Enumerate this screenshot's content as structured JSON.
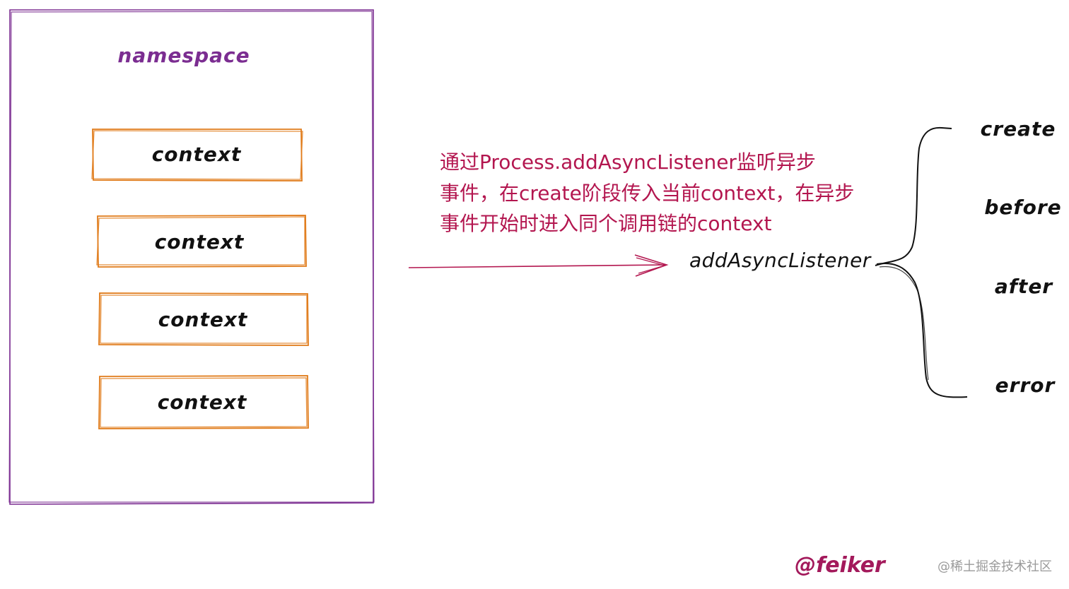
{
  "namespace": {
    "label": "namespace",
    "color": "#7b2d91"
  },
  "contexts": [
    {
      "label": "context"
    },
    {
      "label": "context"
    },
    {
      "label": "context"
    },
    {
      "label": "context"
    }
  ],
  "context_border_color": "#e07b1a",
  "description": {
    "lines": [
      "通过Process.addAsyncListener监听异步",
      "事件，在create阶段传入当前context，在异步",
      "事件开始时进入同个调用链的context"
    ],
    "color": "#b3164f"
  },
  "api": {
    "label": "addAsyncListener"
  },
  "callbacks": [
    {
      "label": "create"
    },
    {
      "label": "before"
    },
    {
      "label": "after"
    },
    {
      "label": "error"
    }
  ],
  "arrow_color": "#b3164f",
  "author": "@feiker",
  "author_color": "#a3195b",
  "watermark": "@稀土掘金技术社区"
}
